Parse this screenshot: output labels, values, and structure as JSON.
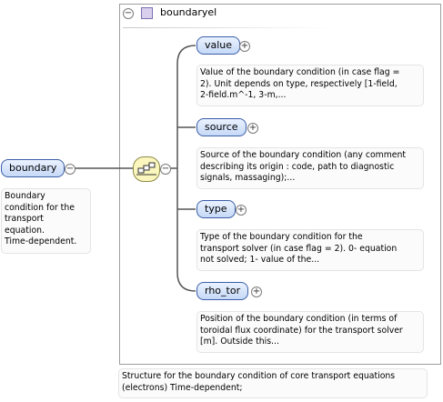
{
  "root": {
    "name": "boundary",
    "doc": "Boundary\ncondition for the\ntransport\nequation.\nTime-dependent."
  },
  "complex_type": {
    "name": "boundaryel",
    "doc": "Structure for the boundary condition of core transport equations\n(electrons) Time-dependent;"
  },
  "children": [
    {
      "name": "value",
      "doc": "Value of the boundary condition (in case flag =\n2). Unit depends on type, respectively [1-field,\n2-field.m^-1, 3-m,..."
    },
    {
      "name": "source",
      "doc": "Source of the boundary condition (any comment\ndescribing its origin : code, path to diagnostic\nsignals, massaging);..."
    },
    {
      "name": "type",
      "doc": "Type of the boundary condition for the\ntransport solver (in case flag = 2). 0- equation\nnot solved; 1- value of the..."
    },
    {
      "name": "rho_tor",
      "doc": "Position of the boundary condition (in terms of\ntoroidal flux coordinate) for the transport solver\n[m]. Outside this..."
    }
  ],
  "symbols": {
    "collapse": "−",
    "expand": "+"
  }
}
